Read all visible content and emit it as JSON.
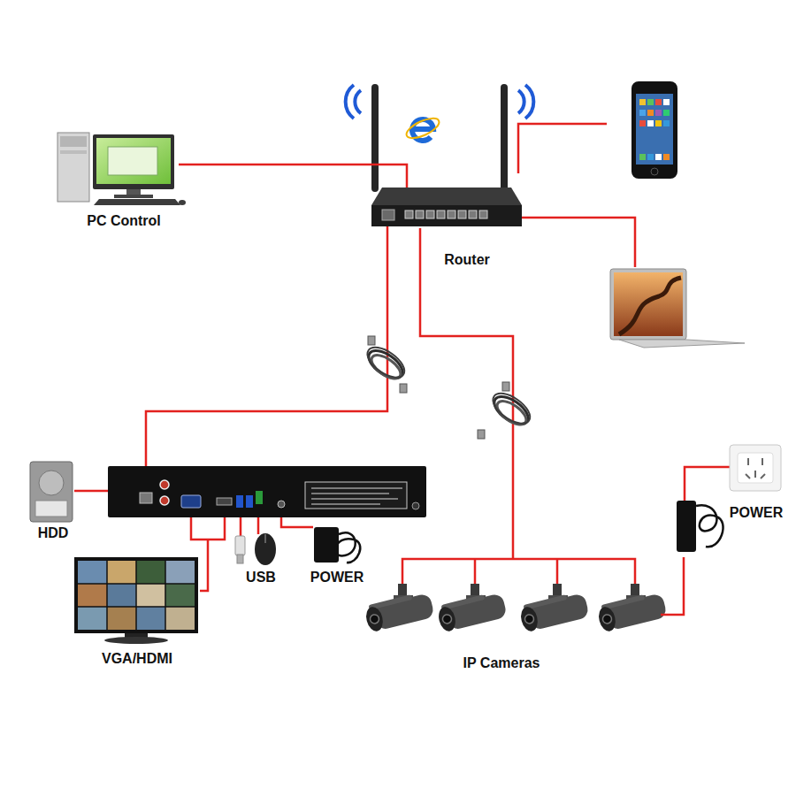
{
  "diagram": {
    "nodes": [
      {
        "text": [
          "PC Control"
        ]
      },
      {
        "text": [
          "Router"
        ]
      },
      {
        "text": [
          "HDD"
        ]
      },
      {
        "text": [
          "USB"
        ]
      },
      {
        "text": [
          "POWER"
        ]
      },
      {
        "text": [
          "VGA/HDMI"
        ]
      },
      {
        "text": [
          "IP Cameras"
        ]
      },
      {
        "text": [
          "POWER"
        ]
      }
    ],
    "edges": [
      {
        "from": 0,
        "to": 1,
        "arrow": "none"
      },
      {
        "from": 1,
        "to": 6,
        "arrow": "none"
      },
      {
        "from": 7,
        "to": 6,
        "arrow": "none"
      }
    ]
  }
}
